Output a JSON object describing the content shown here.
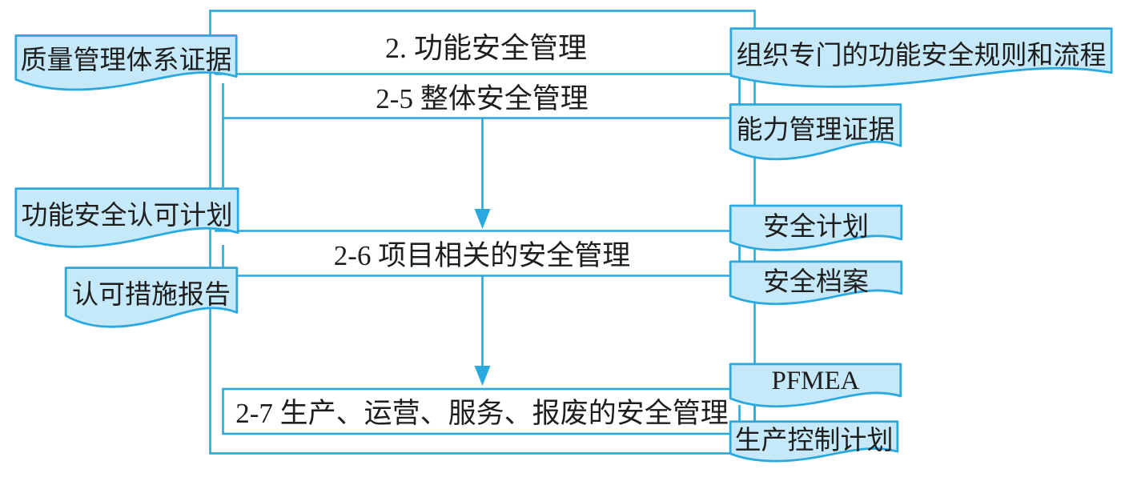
{
  "diagram": {
    "title": "2. 功能安全管理",
    "boxes": [
      {
        "id": "box-2-5",
        "label": "2-5 整体安全管理"
      },
      {
        "id": "box-2-6",
        "label": "2-6 项目相关的安全管理"
      },
      {
        "id": "box-2-7",
        "label": "2-7 生产、运营、服务、报废的安全管理"
      }
    ],
    "flows": [
      {
        "from": "2-5 整体安全管理",
        "to": "2-6 项目相关的安全管理"
      },
      {
        "from": "2-6 项目相关的安全管理",
        "to": "2-7 生产、运营、服务、报废的安全管理"
      }
    ],
    "documents": [
      {
        "id": "doc-quality-evidence",
        "label": "质量管理体系证据",
        "side": "left"
      },
      {
        "id": "doc-fs-approval-plan",
        "label": "功能安全认可计划",
        "side": "left"
      },
      {
        "id": "doc-approval-report",
        "label": "认可措施报告",
        "side": "left"
      },
      {
        "id": "doc-org-rules",
        "label": "组织专门的功能安全规则和流程",
        "side": "right"
      },
      {
        "id": "doc-competence-evidence",
        "label": "能力管理证据",
        "side": "right"
      },
      {
        "id": "doc-safety-plan",
        "label": "安全计划",
        "side": "right"
      },
      {
        "id": "doc-safety-case",
        "label": "安全档案",
        "side": "right"
      },
      {
        "id": "doc-pfmea",
        "label": "PFMEA",
        "side": "right"
      },
      {
        "id": "doc-production-control-plan",
        "label": "生产控制计划",
        "side": "right"
      }
    ],
    "colors": {
      "line": "#29a9e0",
      "doc_fill": "#c6e9fa",
      "text": "#1e1e1e"
    }
  }
}
